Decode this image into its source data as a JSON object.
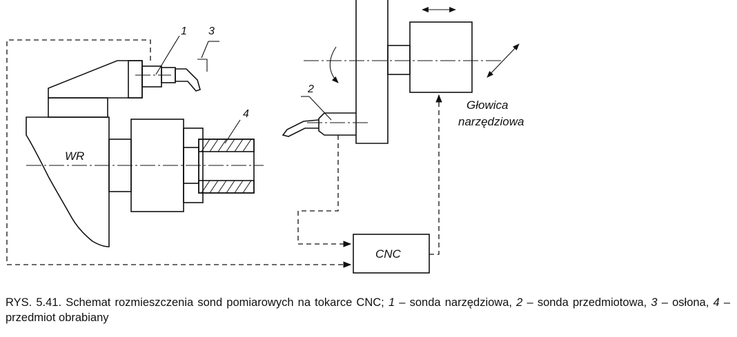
{
  "labels": {
    "probe1": "1",
    "probe2": "2",
    "shield": "3",
    "workpiece": "4",
    "wr": "WR",
    "cnc": "CNC",
    "head_line1": "Głowica",
    "head_line2": "narzędziowa"
  },
  "caption": {
    "lead": "RYS. 5.41. Schemat rozmieszczenia sond pomiarowych na tokarce CNC;",
    "n1": "1",
    "t1": "– sonda narzędziowa,",
    "n2": "2",
    "t2": "– sonda przedmiotowa,",
    "n3": "3",
    "t3": "– osłona,",
    "n4": "4",
    "t4": "– przedmiot obrabiany"
  }
}
